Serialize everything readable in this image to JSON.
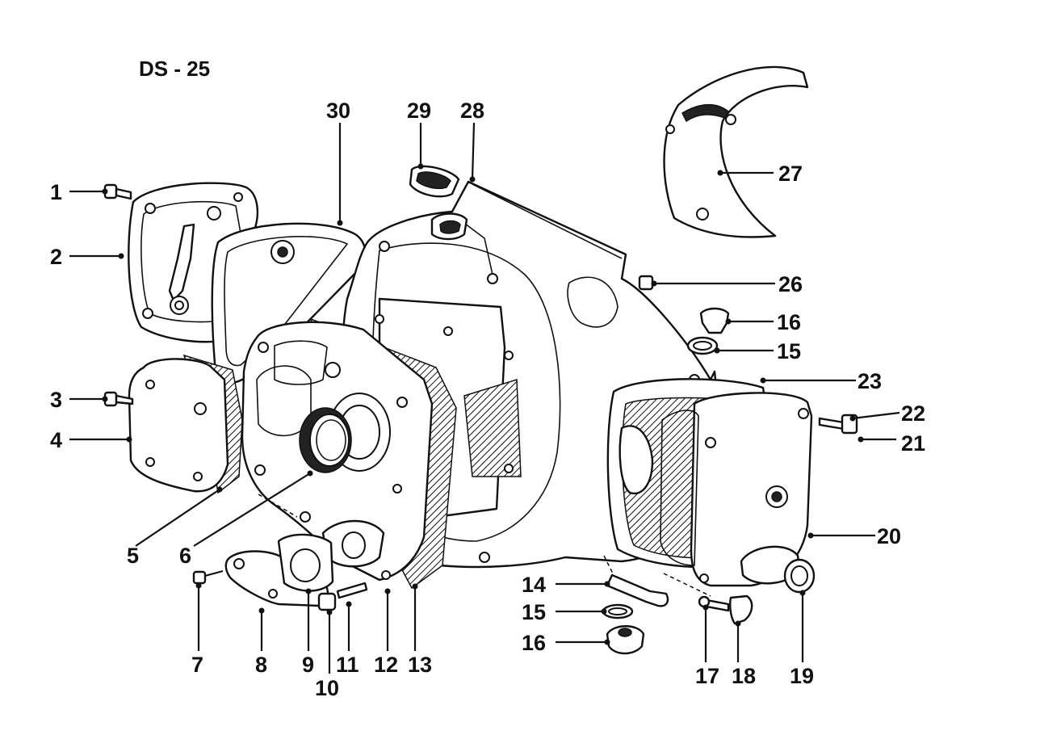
{
  "diagram": {
    "title": "DS - 25",
    "callouts": [
      {
        "id": "c1",
        "label": "1"
      },
      {
        "id": "c2",
        "label": "2"
      },
      {
        "id": "c3",
        "label": "3"
      },
      {
        "id": "c4",
        "label": "4"
      },
      {
        "id": "c5",
        "label": "5"
      },
      {
        "id": "c6",
        "label": "6"
      },
      {
        "id": "c7",
        "label": "7"
      },
      {
        "id": "c8",
        "label": "8"
      },
      {
        "id": "c9",
        "label": "9"
      },
      {
        "id": "c10",
        "label": "10"
      },
      {
        "id": "c11",
        "label": "11"
      },
      {
        "id": "c12",
        "label": "12"
      },
      {
        "id": "c13",
        "label": "13"
      },
      {
        "id": "c14",
        "label": "14"
      },
      {
        "id": "c15a",
        "label": "15"
      },
      {
        "id": "c16a",
        "label": "16"
      },
      {
        "id": "c17",
        "label": "17"
      },
      {
        "id": "c18",
        "label": "18"
      },
      {
        "id": "c19",
        "label": "19"
      },
      {
        "id": "c20",
        "label": "20"
      },
      {
        "id": "c21",
        "label": "21"
      },
      {
        "id": "c22",
        "label": "22"
      },
      {
        "id": "c23",
        "label": "23"
      },
      {
        "id": "c15b",
        "label": "15"
      },
      {
        "id": "c16b",
        "label": "16"
      },
      {
        "id": "c26",
        "label": "26"
      },
      {
        "id": "c27",
        "label": "27"
      },
      {
        "id": "c28",
        "label": "28"
      },
      {
        "id": "c29",
        "label": "29"
      },
      {
        "id": "c30",
        "label": "30"
      }
    ]
  }
}
